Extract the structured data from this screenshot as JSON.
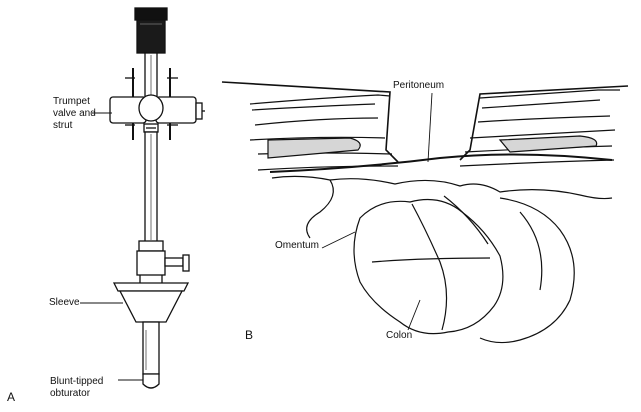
{
  "panels": {
    "a": "A",
    "b": "B"
  },
  "labels": {
    "trumpet_valve": "Trumpet\nvalve and\nstrut",
    "sleeve": "Sleeve",
    "obturator": "Blunt-tipped\nobturator",
    "peritoneum": "Peritoneum",
    "omentum": "Omentum",
    "colon": "Colon"
  },
  "colors": {
    "ink": "#111111",
    "background": "#ffffff"
  }
}
